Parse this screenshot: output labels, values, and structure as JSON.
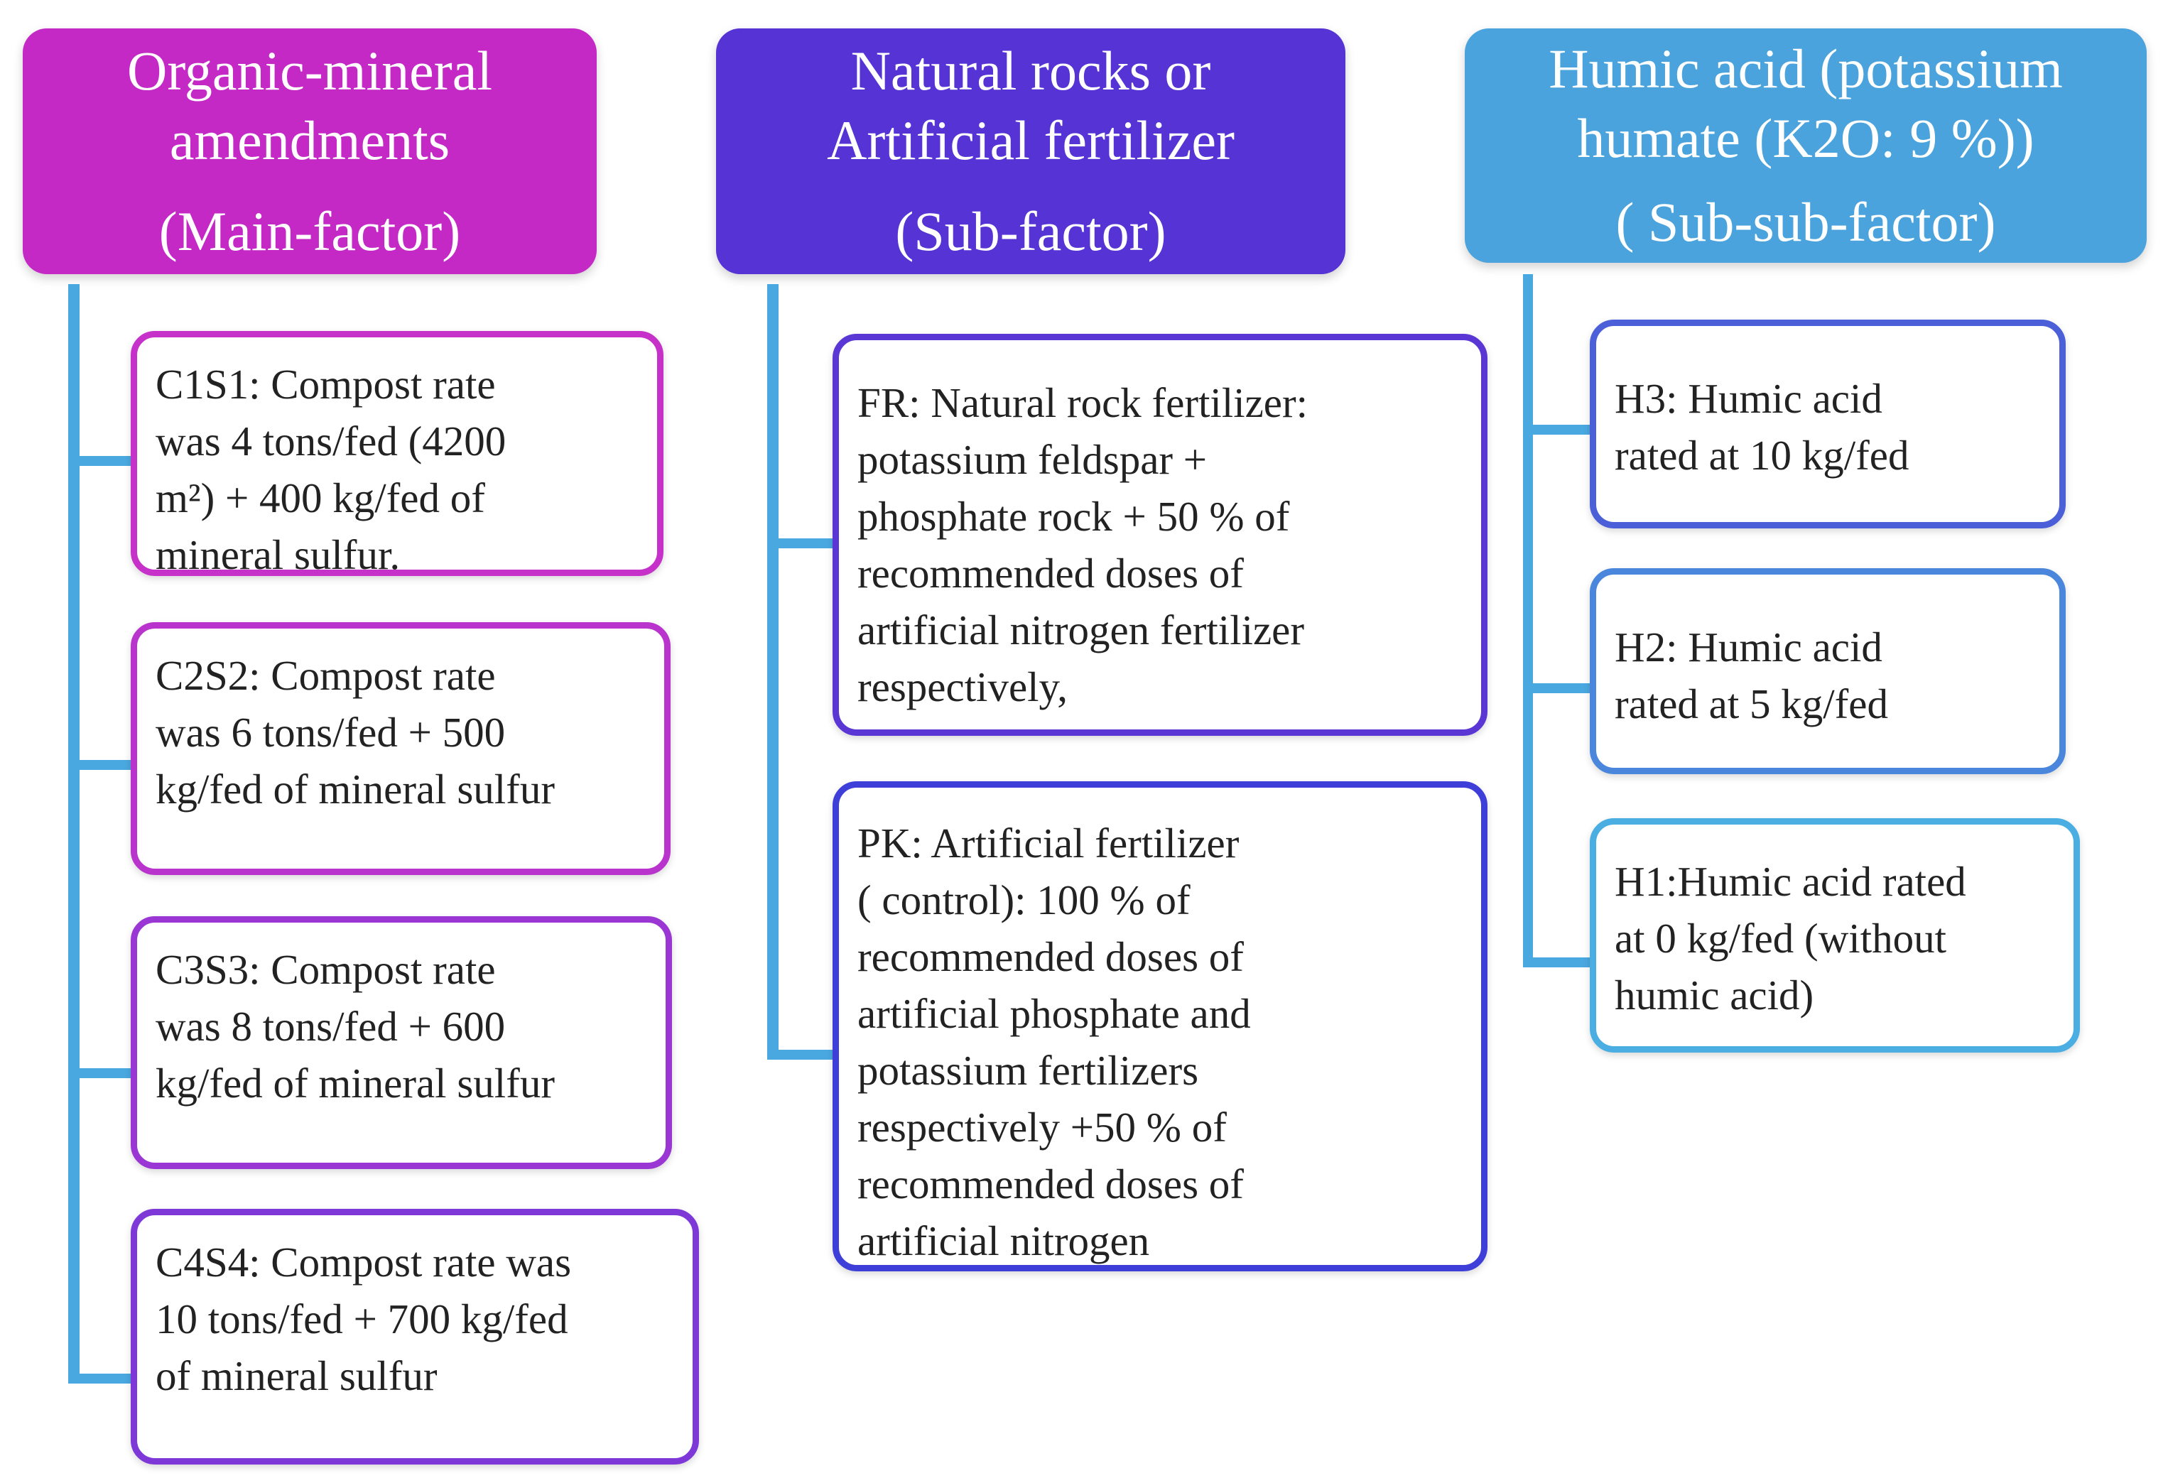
{
  "headers": {
    "main": {
      "lines": [
        "Organic-mineral",
        "amendments"
      ],
      "sub": "(Main-factor)"
    },
    "sub": {
      "lines": [
        "Natural rocks or",
        "Artificial fertilizer"
      ],
      "sub": "(Sub-factor)"
    },
    "subsub": {
      "lines": [
        "Humic acid  (potassium",
        "humate (K2O: 9 %))"
      ],
      "sub": "( Sub-sub-factor)"
    }
  },
  "main_items": [
    "C1S1: Compost rate\nwas 4 tons/fed (4200\nm²) + 400 kg/fed of\nmineral sulfur.",
    "C2S2: Compost rate\nwas 6 tons/fed + 500\nkg/fed of mineral sulfur",
    "C3S3: Compost rate\nwas 8 tons/fed + 600\nkg/fed of mineral sulfur",
    "C4S4: Compost rate was\n10 tons/fed + 700 kg/fed\nof mineral sulfur"
  ],
  "sub_items": [
    "FR: Natural rock fertilizer:\npotassium feldspar +\nphosphate rock + 50 % of\nrecommended doses of\nartificial nitrogen fertilizer\nrespectively,",
    "PK: Artificial fertilizer\n( control): 100 % of\nrecommended doses of\nartificial phosphate and\npotassium fertilizers\nrespectively +50 % of\nrecommended doses of\nartificial nitrogen"
  ],
  "subsub_items": [
    "H3: Humic acid\nrated at 10 kg/fed",
    "H2: Humic acid\nrated at 5 kg/fed",
    "H1:Humic acid rated\nat 0 kg/fed (without\nhumic acid)"
  ]
}
